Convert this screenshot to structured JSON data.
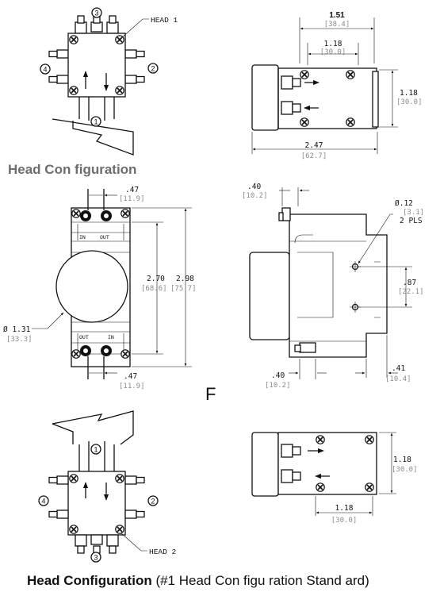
{
  "top_caption": "Head Con figuration",
  "bottom_caption_bold": "Head Configuration",
  "bottom_caption_rest": " (#1 Head Con figu ration Stand ard)",
  "center_mark": "F",
  "head1": {
    "label": "HEAD 1",
    "ports": [
      "3",
      "4",
      "2",
      "1"
    ]
  },
  "head2": {
    "label": "HEAD 2",
    "ports": [
      "1",
      "4",
      "2",
      "3"
    ]
  },
  "top_right": {
    "w_in": "1.51",
    "w_mm": "[38.4]",
    "inner_in": "1.18",
    "inner_mm": "[30.0]",
    "h_in": "1.18",
    "h_mm": "[30.0]",
    "total_in": "2.47",
    "total_mm": "[62.7]"
  },
  "front": {
    "top_in": ".47",
    "top_mm": "[11.9]",
    "mid_in": "2.70",
    "mid_mm": "[68.6]",
    "tot_in": "2.98",
    "tot_mm": "[75.7]",
    "dia_in": "Ø 1.31",
    "dia_mm": "[33.3]",
    "bot_in": ".47",
    "bot_mm": "[11.9]",
    "in_label": "IN",
    "out_label": "OUT"
  },
  "side": {
    "top_in": ".40",
    "top_mm": "[10.2]",
    "hole_in": "Ø.12",
    "hole_mm": "[3.1]",
    "hole_note": "2 PLS",
    "hole_sp_in": ".87",
    "hole_sp_mm": "[22.1]",
    "bot_in": ".40",
    "bot_mm": "[10.2]",
    "right_in": ".41",
    "right_mm": "[10.4]"
  },
  "bottom_right": {
    "h_in": "1.18",
    "h_mm": "[30.0]",
    "w_in": "1.18",
    "w_mm": "[30.0]"
  }
}
